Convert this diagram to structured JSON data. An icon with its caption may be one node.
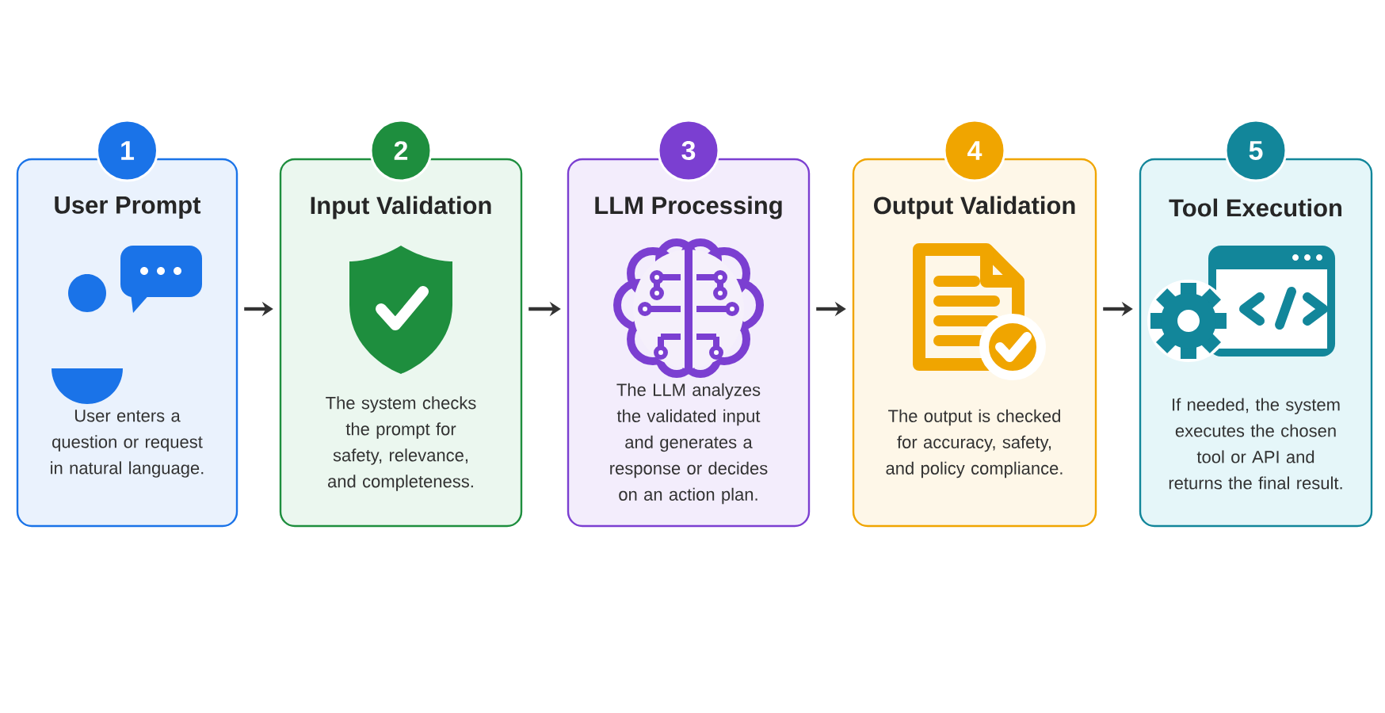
{
  "diagram": {
    "nodes": [
      {
        "text": [
          "1"
        ]
      },
      {
        "text": [
          "User Prompt",
          "User enters a question or request in natural language."
        ]
      },
      {
        "text": [
          "2"
        ]
      },
      {
        "text": [
          "Input Validation",
          "The system checks the prompt for safety, relevance, and completeness."
        ]
      },
      {
        "text": [
          "3"
        ]
      },
      {
        "text": [
          "LLM Processing",
          "The LLM analyzes the validated input and generates a response or decides on an action plan."
        ]
      },
      {
        "text": [
          "4"
        ]
      },
      {
        "text": [
          "Output Validation",
          "The output is checked for accuracy, safety, and policy compliance."
        ]
      },
      {
        "text": [
          "5"
        ]
      },
      {
        "text": [
          "Tool Execution",
          "If needed, the system executes the chosen tool or API and returns the final result."
        ]
      }
    ],
    "edges": [
      {
        "from": 1,
        "to": 3,
        "arrow": "to"
      },
      {
        "from": 3,
        "to": 5,
        "arrow": "to"
      },
      {
        "from": 5,
        "to": 7,
        "arrow": "to"
      },
      {
        "from": 7,
        "to": 9,
        "arrow": "to"
      }
    ]
  }
}
